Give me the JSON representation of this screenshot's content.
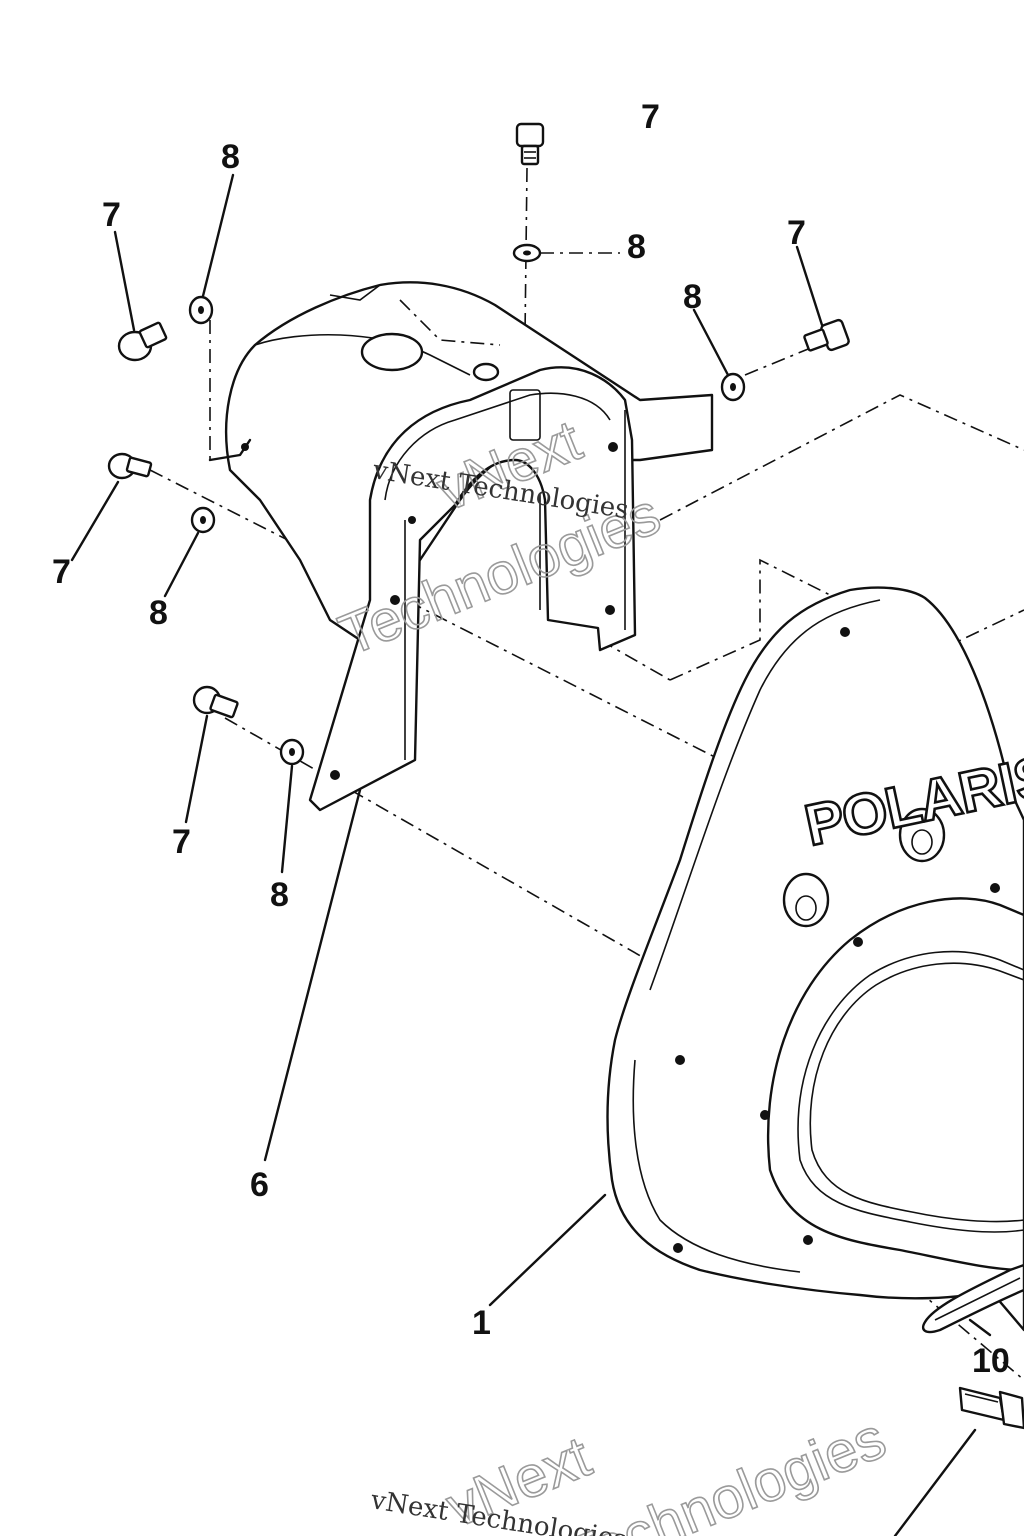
{
  "callouts": {
    "c_top_7": "7",
    "c_top_8": "8",
    "c_right_7": "7",
    "c_right_8": "8",
    "c_left_7": "7",
    "c_left_8": "8",
    "c_mid_7": "7",
    "c_mid_8": "8",
    "c_low_7": "7",
    "c_low_8": "8",
    "c_6": "6",
    "c_1": "1",
    "c_10": "10"
  },
  "brand": "POLARIS",
  "watermark": {
    "line1": "vNext",
    "line2": "Technologies",
    "full": "vNext Technologies"
  },
  "colors": {
    "ink": "#111111",
    "paper": "#ffffff",
    "watermark": "#9a9a9a"
  }
}
